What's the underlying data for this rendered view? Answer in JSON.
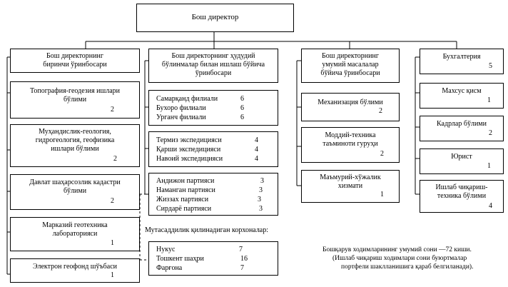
{
  "title": "Бош директор",
  "columns": {
    "first_deputy": {
      "header": [
        "Бош директорнинг",
        "биринчи ўринбосари"
      ],
      "units": [
        {
          "lines": [
            "Топография-геодезия ишлари",
            "бўлими"
          ],
          "count": "2"
        },
        {
          "lines": [
            "Муҳандислик-геология,",
            "гидрогеология, геофизика",
            "ишлари бўлими"
          ],
          "count": "2"
        },
        {
          "lines": [
            "Давлат шаҳарсозлик кадастри",
            "бўлими"
          ],
          "count": "2"
        },
        {
          "lines": [
            "Марказий геотехника",
            "лабораторияси"
          ],
          "count": "1"
        },
        {
          "lines": [
            "Электрон геофонд шўъбаси"
          ],
          "count": "1"
        }
      ]
    },
    "regional_deputy": {
      "header": [
        "Бош директорнинг ҳудудий",
        "бўлинмалар билан ишлаш бўйича",
        "ўринбосари"
      ],
      "groups": [
        [
          {
            "name": "Самарқанд филиали",
            "count": "6"
          },
          {
            "name": "Бухоро филиали",
            "count": "6"
          },
          {
            "name": "Урганч филиали",
            "count": "6"
          }
        ],
        [
          {
            "name": "Термиз экспедицияси",
            "count": "4"
          },
          {
            "name": "Қарши экспедицияси",
            "count": "4"
          },
          {
            "name": "Навоий экспедицияси",
            "count": "4"
          }
        ],
        [
          {
            "name": "Андижон партияси",
            "count": "3"
          },
          {
            "name": "Наманган партияси",
            "count": "3"
          },
          {
            "name": "Жиззах партияси",
            "count": "3"
          },
          {
            "name": "Сирдарё партияси",
            "count": "3"
          }
        ]
      ],
      "subsidized_label": "Мутасаддилик қилинадиган корхоналар:",
      "subsidized": [
        {
          "name": "Нукус",
          "count": "7"
        },
        {
          "name": "Тошкент шаҳри",
          "count": "16"
        },
        {
          "name": "Фарғона",
          "count": "7"
        }
      ]
    },
    "general_deputy": {
      "header": [
        "Бош директорнинг",
        "умумий масалалар",
        "бўйича ўринбосари"
      ],
      "units": [
        {
          "lines": [
            "Механизация бўлими"
          ],
          "count": "2"
        },
        {
          "lines": [
            "Моддий-техника",
            "таъминоти гуруҳи"
          ],
          "count": "2"
        },
        {
          "lines": [
            "Маъмурий-хўжалик",
            "хизмати"
          ],
          "count": "1"
        }
      ]
    },
    "direct": {
      "units": [
        {
          "lines": [
            "Бухгалтерия"
          ],
          "count": "5"
        },
        {
          "lines": [
            "Махсус қисм"
          ],
          "count": "1"
        },
        {
          "lines": [
            "Кадрлар бўлими"
          ],
          "count": "2"
        },
        {
          "lines": [
            "Юрист"
          ],
          "count": "1"
        },
        {
          "lines": [
            "Ишлаб чиқариш-",
            "техника бўлими"
          ],
          "count": "4"
        }
      ]
    }
  },
  "footnote": [
    "Бошқарув ходимларининг умумий сони —72 киши.",
    "(Ишлаб чиқариш ходимлари сони буюртмалар",
    "портфели шаклланишига қараб белгиланади)."
  ]
}
